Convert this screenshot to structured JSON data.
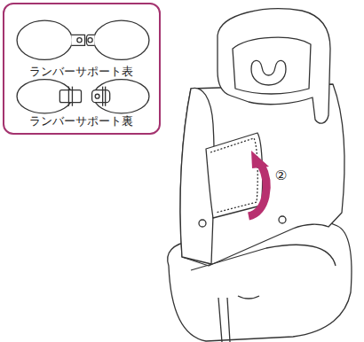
{
  "diagram": {
    "nodes": [
      {
        "text": [
          "ランバーサポート表",
          "ランバーサポート裏"
        ]
      }
    ],
    "labels": [
      "②"
    ]
  }
}
